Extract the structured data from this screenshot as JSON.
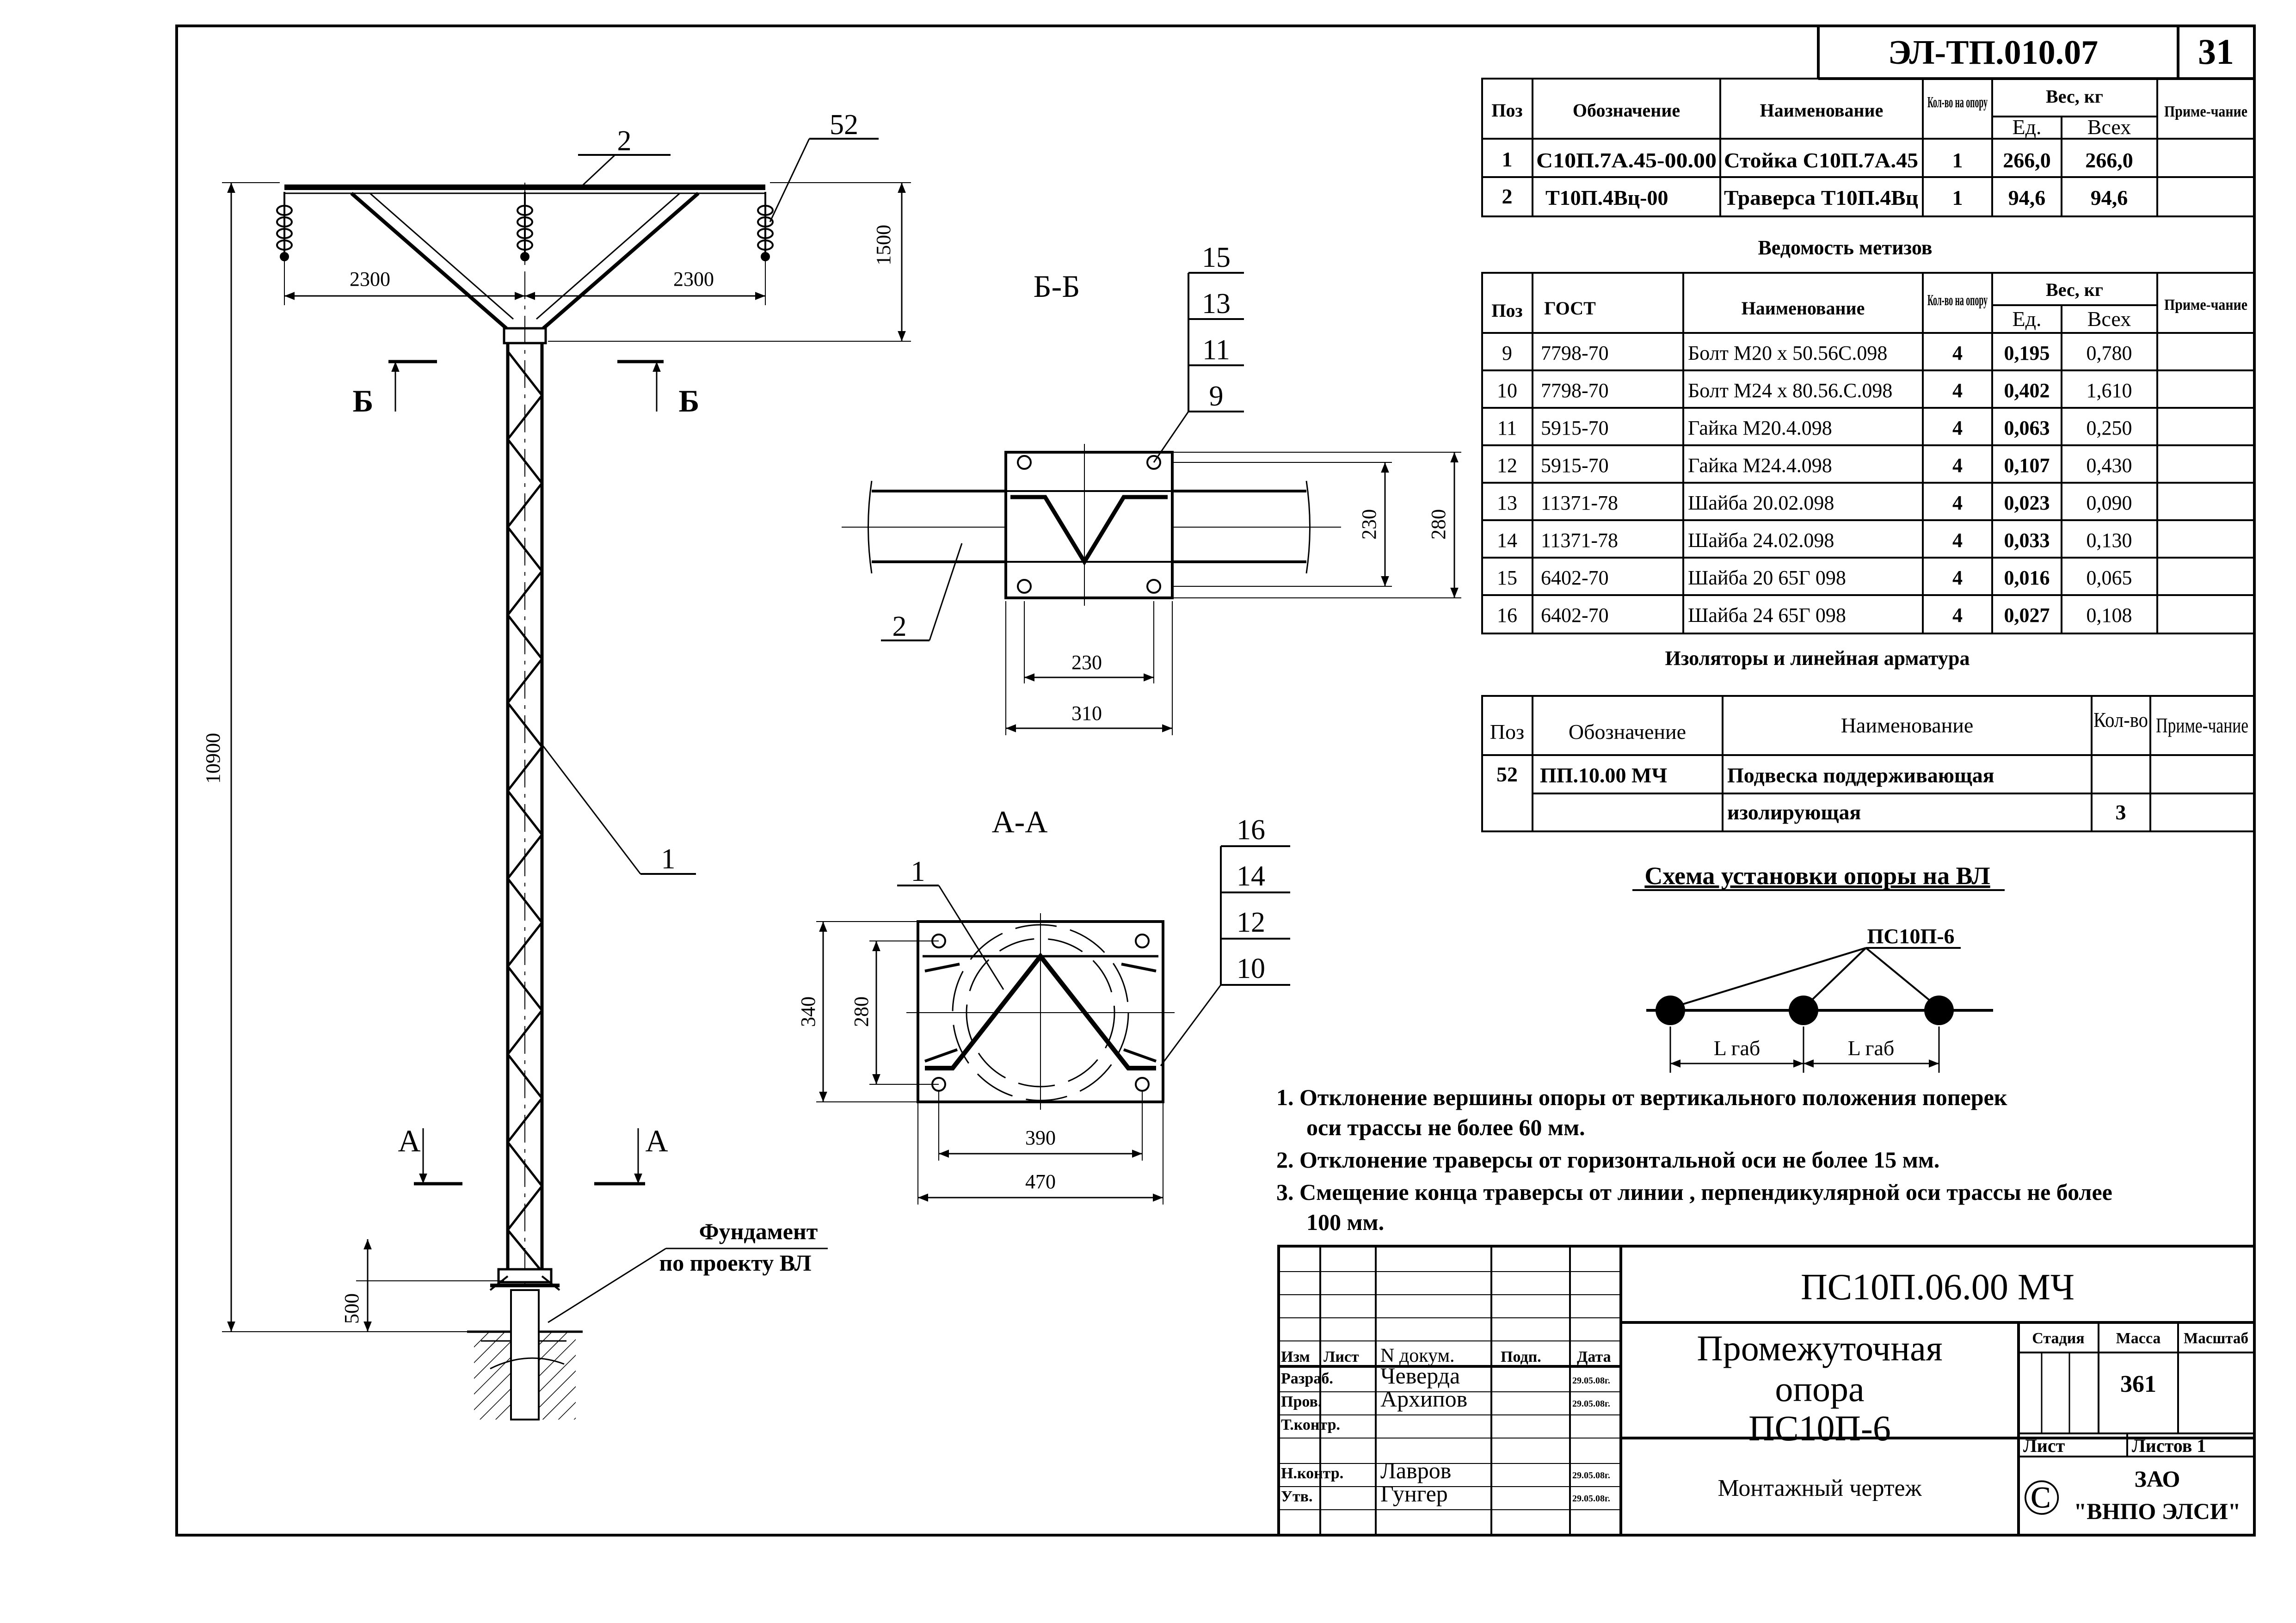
{
  "sheet": {
    "code": "ЭЛ-ТП.010.07",
    "number": "31"
  },
  "parts_table": {
    "headers": [
      "Поз",
      "Обозначение",
      "Наименование",
      "Кол-во на опору",
      "Вес, кг",
      "Ед.",
      "Всех",
      "Приме-чание"
    ],
    "rows": [
      {
        "pos": "1",
        "designation": "С10П.7А.45-00.00",
        "name": "Стойка С10П.7А.45",
        "qty": "1",
        "unit": "266,0",
        "total": "266,0"
      },
      {
        "pos": "2",
        "designation": "Т10П.4Вц-00",
        "name": "Траверса Т10П.4Вц",
        "qty": "1",
        "unit": "94,6",
        "total": "94,6"
      }
    ]
  },
  "hardware_table": {
    "title": "Ведомость метизов",
    "headers": [
      "Поз",
      "ГОСТ",
      "Наименование",
      "Кол-во на опору",
      "Вес, кг",
      "Ед.",
      "Всех",
      "Приме-чание"
    ],
    "rows": [
      {
        "pos": "9",
        "gost": "7798-70",
        "name": "Болт М20 х 50.56С.098",
        "qty": "4",
        "unit": "0,195",
        "total": "0,780"
      },
      {
        "pos": "10",
        "gost": "7798-70",
        "name": "Болт М24 х 80.56.С.098",
        "qty": "4",
        "unit": "0,402",
        "total": "1,610"
      },
      {
        "pos": "11",
        "gost": "5915-70",
        "name": "Гайка  М20.4.098",
        "qty": "4",
        "unit": "0,063",
        "total": "0,250"
      },
      {
        "pos": "12",
        "gost": "5915-70",
        "name": "Гайка  М24.4.098",
        "qty": "4",
        "unit": "0,107",
        "total": "0,430"
      },
      {
        "pos": "13",
        "gost": "11371-78",
        "name": "Шайба  20.02.098",
        "qty": "4",
        "unit": "0,023",
        "total": "0,090"
      },
      {
        "pos": "14",
        "gost": "11371-78",
        "name": "Шайба  24.02.098",
        "qty": "4",
        "unit": "0,033",
        "total": "0,130"
      },
      {
        "pos": "15",
        "gost": "6402-70",
        "name": "Шайба  20 65Г  098",
        "qty": "4",
        "unit": "0,016",
        "total": "0,065"
      },
      {
        "pos": "16",
        "gost": "6402-70",
        "name": "Шайба  24 65Г  098",
        "qty": "4",
        "unit": "0,027",
        "total": "0,108"
      }
    ]
  },
  "insulators_table": {
    "title": "Изоляторы и линейная арматура",
    "headers": [
      "Поз",
      "Обозначение",
      "Наименование",
      "Кол-во",
      "Приме-чание"
    ],
    "rows": [
      {
        "pos": "52",
        "designation": "ПП.10.00 МЧ",
        "name1": "Подвеска поддерживающая",
        "name2": "изолирующая",
        "qty": "3"
      }
    ]
  },
  "scheme": {
    "title": "Схема установки опоры на ВЛ",
    "label": "ПС10П-6",
    "span": "L габ"
  },
  "notes": [
    "1. Отклонение вершины опоры от вертикального положения поперек",
    "оси трассы не более 60 мм.",
    "2. Отклонение траверсы от горизонтальной оси не более  15 мм.",
    "3. Смещение конца траверсы от линии , перпендикулярной оси трассы не более",
    "100 мм."
  ],
  "pole": {
    "dim_total": "10900",
    "dim_half": "2300",
    "dim_cross": "1500",
    "dim_base": "500",
    "leader_traverse": "2",
    "leader_insulator": "52",
    "leader_stand": "1",
    "section_b": "Б",
    "section_a": "А",
    "foundation": [
      "Фундамент",
      "по проекту ВЛ"
    ]
  },
  "section_bb": {
    "title": "Б-Б",
    "labels": [
      "15",
      "13",
      "11",
      "9"
    ],
    "beam": "2",
    "dims": [
      "230",
      "310",
      "230",
      "280"
    ]
  },
  "section_aa": {
    "title": "А-А",
    "labels": [
      "16",
      "14",
      "12",
      "10"
    ],
    "stand": "1",
    "dims": [
      "390",
      "470",
      "340",
      "280"
    ]
  },
  "title_block": {
    "doc_code": "ПС10П.06.00 МЧ",
    "name": [
      "Промежуточная",
      "опора",
      "ПС10П-6"
    ],
    "drawing_type": "Монтажный чертеж",
    "stage": "Стадия",
    "mass_label": "Масса",
    "scale_label": "Масштаб",
    "mass": "361",
    "sheet_label": "Лист",
    "sheets_label": "Листов  1",
    "company": [
      "ЗАО",
      "\"ВНПО ЭЛСИ\""
    ],
    "copyright": "©",
    "col_headers": [
      "Изм",
      "Лист",
      "N докум.",
      "Подп.",
      "Дата"
    ],
    "roles": [
      {
        "role": "Разраб.",
        "name": "Чеверда",
        "date": "29.05.08г."
      },
      {
        "role": "Пров.",
        "name": "Архипов",
        "date": "29.05.08г."
      },
      {
        "role": "Т.контр.",
        "name": "",
        "date": ""
      },
      {
        "role": "",
        "name": "",
        "date": ""
      },
      {
        "role": "Н.контр.",
        "name": "Лавров",
        "date": "29.05.08г."
      },
      {
        "role": "Утв.",
        "name": "Гунгер",
        "date": "29.05.08г."
      }
    ]
  }
}
